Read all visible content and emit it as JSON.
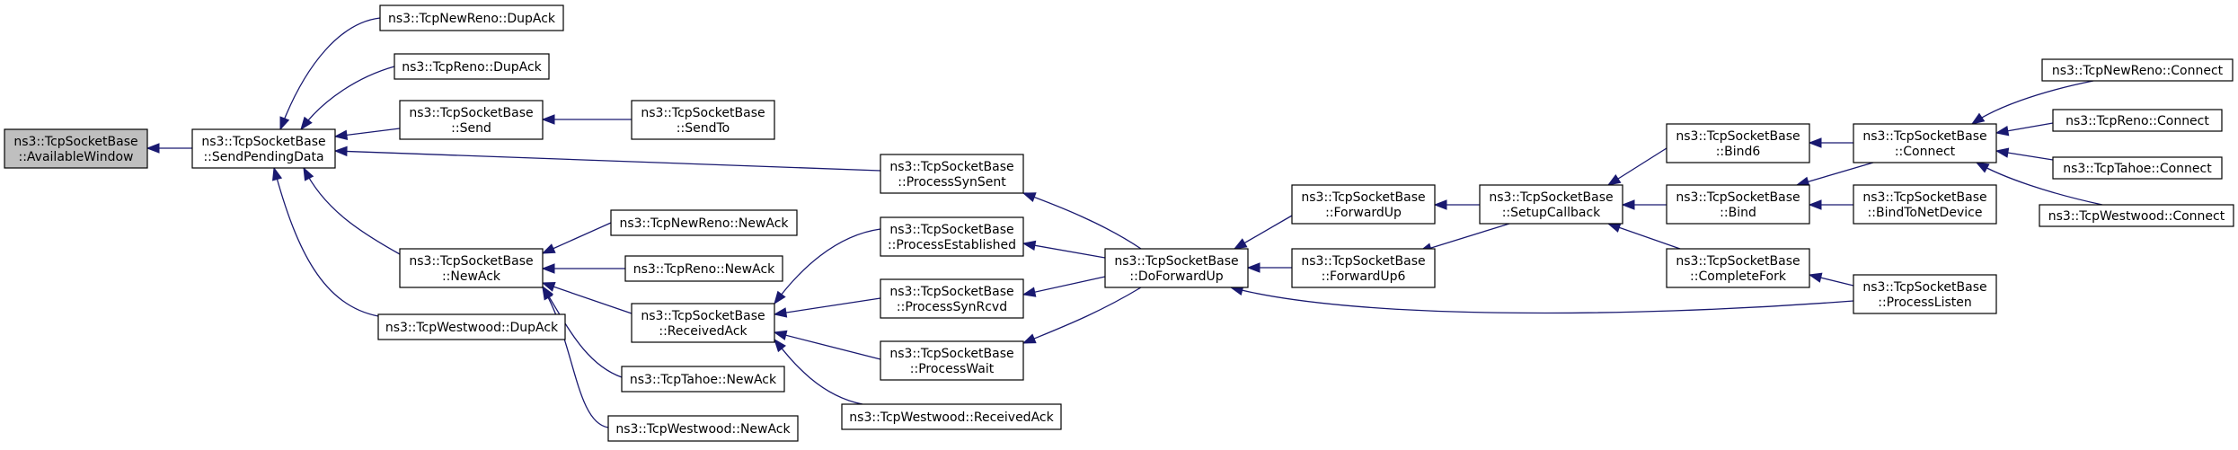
{
  "graph": {
    "colors": {
      "edge": "#191970",
      "root_fill": "#bfbfbf",
      "node_fill": "#ffffff",
      "border": "#000000"
    },
    "nodes": {
      "available_window": {
        "lines": [
          "ns3::TcpSocketBase",
          "::AvailableWindow"
        ]
      },
      "send_pending_data": {
        "lines": [
          "ns3::TcpSocketBase",
          "::SendPendingData"
        ]
      },
      "newreno_dupack": {
        "lines": [
          "ns3::TcpNewReno::DupAck"
        ]
      },
      "reno_dupack": {
        "lines": [
          "ns3::TcpReno::DupAck"
        ]
      },
      "send": {
        "lines": [
          "ns3::TcpSocketBase",
          "::Send"
        ]
      },
      "sendto": {
        "lines": [
          "ns3::TcpSocketBase",
          "::SendTo"
        ]
      },
      "process_syn_sent": {
        "lines": [
          "ns3::TcpSocketBase",
          "::ProcessSynSent"
        ]
      },
      "newack": {
        "lines": [
          "ns3::TcpSocketBase",
          "::NewAck"
        ]
      },
      "westwood_dupack": {
        "lines": [
          "ns3::TcpWestwood::DupAck"
        ]
      },
      "newreno_newack": {
        "lines": [
          "ns3::TcpNewReno::NewAck"
        ]
      },
      "reno_newack": {
        "lines": [
          "ns3::TcpReno::NewAck"
        ]
      },
      "received_ack": {
        "lines": [
          "ns3::TcpSocketBase",
          "::ReceivedAck"
        ]
      },
      "tahoe_newack": {
        "lines": [
          "ns3::TcpTahoe::NewAck"
        ]
      },
      "westwood_newack": {
        "lines": [
          "ns3::TcpWestwood::NewAck"
        ]
      },
      "process_established": {
        "lines": [
          "ns3::TcpSocketBase",
          "::ProcessEstablished"
        ]
      },
      "process_syn_rcvd": {
        "lines": [
          "ns3::TcpSocketBase",
          "::ProcessSynRcvd"
        ]
      },
      "process_wait": {
        "lines": [
          "ns3::TcpSocketBase",
          "::ProcessWait"
        ]
      },
      "westwood_receivedack": {
        "lines": [
          "ns3::TcpWestwood::ReceivedAck"
        ]
      },
      "do_forward_up": {
        "lines": [
          "ns3::TcpSocketBase",
          "::DoForwardUp"
        ]
      },
      "forward_up": {
        "lines": [
          "ns3::TcpSocketBase",
          "::ForwardUp"
        ]
      },
      "forward_up6": {
        "lines": [
          "ns3::TcpSocketBase",
          "::ForwardUp6"
        ]
      },
      "setup_callback": {
        "lines": [
          "ns3::TcpSocketBase",
          "::SetupCallback"
        ]
      },
      "bind6": {
        "lines": [
          "ns3::TcpSocketBase",
          "::Bind6"
        ]
      },
      "bind": {
        "lines": [
          "ns3::TcpSocketBase",
          "::Bind"
        ]
      },
      "complete_fork": {
        "lines": [
          "ns3::TcpSocketBase",
          "::CompleteFork"
        ]
      },
      "connect": {
        "lines": [
          "ns3::TcpSocketBase",
          "::Connect"
        ]
      },
      "bind_to_net_device": {
        "lines": [
          "ns3::TcpSocketBase",
          "::BindToNetDevice"
        ]
      },
      "process_listen": {
        "lines": [
          "ns3::TcpSocketBase",
          "::ProcessListen"
        ]
      },
      "newreno_connect": {
        "lines": [
          "ns3::TcpNewReno::Connect"
        ]
      },
      "reno_connect": {
        "lines": [
          "ns3::TcpReno::Connect"
        ]
      },
      "tahoe_connect": {
        "lines": [
          "ns3::TcpTahoe::Connect"
        ]
      },
      "westwood_connect": {
        "lines": [
          "ns3::TcpWestwood::Connect"
        ]
      }
    },
    "edges": [
      {
        "from": "send_pending_data",
        "to": "available_window"
      },
      {
        "from": "newreno_dupack",
        "to": "send_pending_data"
      },
      {
        "from": "reno_dupack",
        "to": "send_pending_data"
      },
      {
        "from": "send",
        "to": "send_pending_data"
      },
      {
        "from": "process_syn_sent",
        "to": "send_pending_data"
      },
      {
        "from": "newack",
        "to": "send_pending_data"
      },
      {
        "from": "westwood_dupack",
        "to": "send_pending_data"
      },
      {
        "from": "sendto",
        "to": "send"
      },
      {
        "from": "newreno_newack",
        "to": "newack"
      },
      {
        "from": "reno_newack",
        "to": "newack"
      },
      {
        "from": "received_ack",
        "to": "newack"
      },
      {
        "from": "tahoe_newack",
        "to": "newack"
      },
      {
        "from": "westwood_newack",
        "to": "newack"
      },
      {
        "from": "process_established",
        "to": "received_ack"
      },
      {
        "from": "process_syn_rcvd",
        "to": "received_ack"
      },
      {
        "from": "process_wait",
        "to": "received_ack"
      },
      {
        "from": "westwood_receivedack",
        "to": "received_ack"
      },
      {
        "from": "do_forward_up",
        "to": "process_syn_sent"
      },
      {
        "from": "do_forward_up",
        "to": "process_established"
      },
      {
        "from": "do_forward_up",
        "to": "process_syn_rcvd"
      },
      {
        "from": "do_forward_up",
        "to": "process_wait"
      },
      {
        "from": "forward_up",
        "to": "do_forward_up"
      },
      {
        "from": "forward_up6",
        "to": "do_forward_up"
      },
      {
        "from": "process_listen",
        "to": "do_forward_up"
      },
      {
        "from": "setup_callback",
        "to": "forward_up"
      },
      {
        "from": "setup_callback",
        "to": "forward_up6"
      },
      {
        "from": "bind6",
        "to": "setup_callback"
      },
      {
        "from": "bind",
        "to": "setup_callback"
      },
      {
        "from": "complete_fork",
        "to": "setup_callback"
      },
      {
        "from": "connect",
        "to": "bind6"
      },
      {
        "from": "connect",
        "to": "bind"
      },
      {
        "from": "bind_to_net_device",
        "to": "bind"
      },
      {
        "from": "process_listen",
        "to": "complete_fork"
      },
      {
        "from": "newreno_connect",
        "to": "connect"
      },
      {
        "from": "reno_connect",
        "to": "connect"
      },
      {
        "from": "tahoe_connect",
        "to": "connect"
      },
      {
        "from": "westwood_connect",
        "to": "connect"
      }
    ]
  }
}
